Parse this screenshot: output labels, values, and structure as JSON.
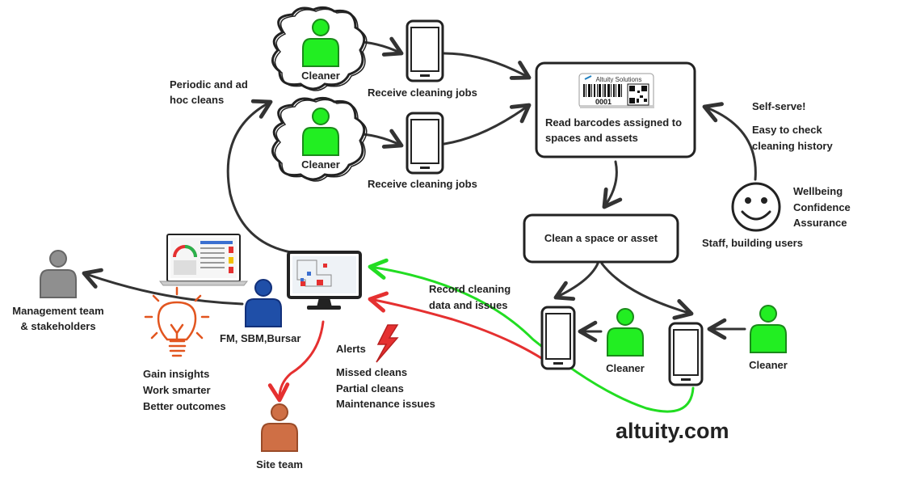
{
  "cleaners": {
    "top": "Cleaner",
    "middle": "Cleaner",
    "bottom_left": "Cleaner",
    "bottom_right": "Cleaner"
  },
  "phones": {
    "job_label_1": "Receive cleaning jobs",
    "job_label_2": "Receive cleaning jobs"
  },
  "periodic": [
    "Periodic and ad",
    "hoc cleans"
  ],
  "barcode_card": {
    "brand": "Altuity Solutions",
    "code": "0001",
    "text": [
      "Read barcodes assigned to",
      "spaces and assets"
    ]
  },
  "clean_box": "Clean a space or asset",
  "staff": {
    "self_serve": "Self-serve!",
    "history": [
      "Easy to check",
      "cleaning history"
    ],
    "benefits": [
      "Wellbeing",
      "Confidence",
      "Assurance"
    ],
    "label": "Staff, building users"
  },
  "record": [
    "Record cleaning",
    "data and issues"
  ],
  "alerts": {
    "title": "Alerts",
    "items": [
      "Missed cleans",
      "Partial cleans",
      "Maintenance issues"
    ]
  },
  "fm_label": "FM, SBM,Bursar",
  "management": [
    "Management team",
    "& stakeholders"
  ],
  "insights": [
    "Gain insights",
    "Work smarter",
    "Better outcomes"
  ],
  "site_team": "Site team",
  "website": "altuity.com",
  "colors": {
    "cleaner": "#22ee22",
    "fm": "#1f4fa8",
    "management": "#8f8f8f",
    "site_team": "#cf6f45",
    "alert": "#e53030",
    "record_arrow": "#22dd22",
    "ink": "#333333"
  },
  "icons": [
    "cloud-icon",
    "person-icon",
    "phone-icon",
    "barcode-label-icon",
    "smiley-icon",
    "monitor-icon",
    "laptop-icon",
    "lightbulb-icon",
    "lightning-icon"
  ]
}
